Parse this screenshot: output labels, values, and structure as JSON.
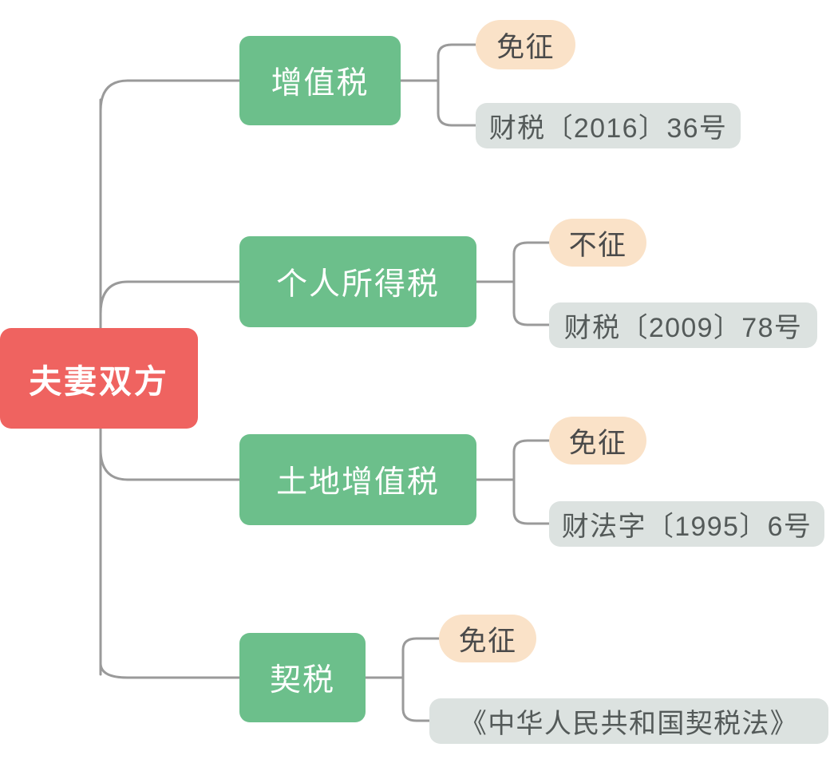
{
  "diagram": {
    "type": "mind-map",
    "title_text": "夫妻双方",
    "background_color": "#ffffff",
    "colors": {
      "root": "#ef6360",
      "branch": "#6cbf8b",
      "status_pill": "#fae2c8",
      "reference_pill": "#dce2e0",
      "connector": "#9a9a9a",
      "root_text": "#ffffff",
      "branch_text": "#ffffff",
      "status_text": "#4a4a4a",
      "reference_text": "#545a59"
    },
    "root": {
      "label": "夫妻双方"
    },
    "branches": [
      {
        "label": "增值税",
        "status": "免征",
        "reference": "财税〔2016〕36号"
      },
      {
        "label": "个人所得税",
        "status": "不征",
        "reference": "财税〔2009〕78号"
      },
      {
        "label": "土地增值税",
        "status": "免征",
        "reference": "财法字〔1995〕6号"
      },
      {
        "label": "契税",
        "status": "免征",
        "reference": "《中华人民共和国契税法》"
      }
    ]
  }
}
